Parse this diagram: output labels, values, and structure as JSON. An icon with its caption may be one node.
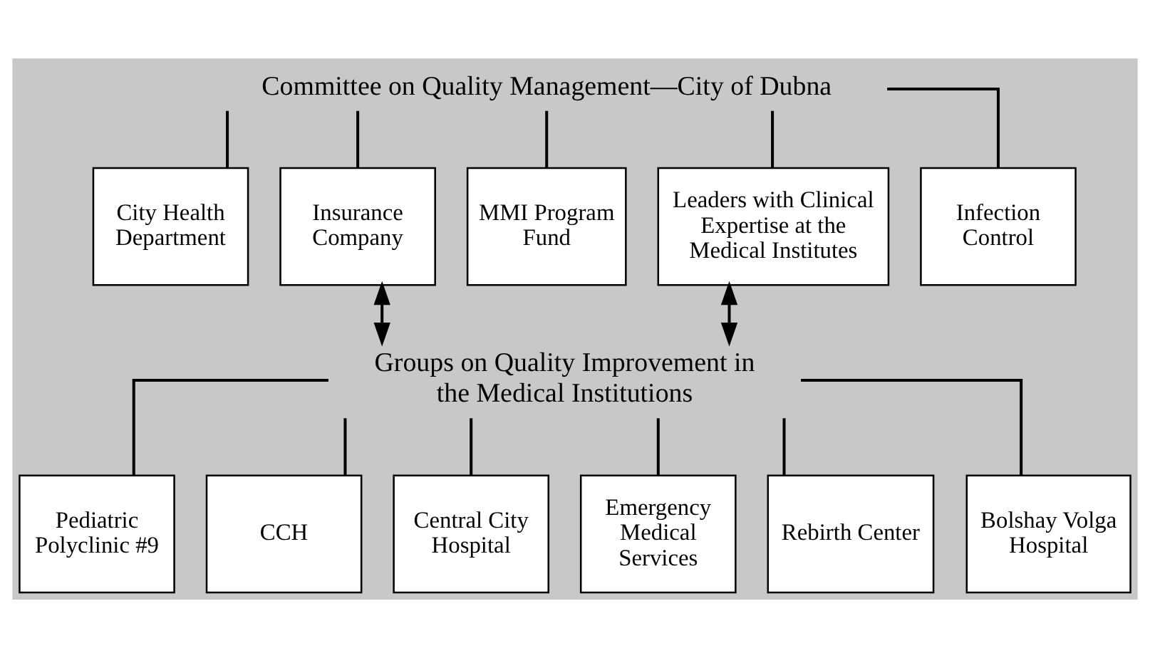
{
  "diagram": {
    "nodes": [
      {
        "text": [
          "Committee on Quality Management—City of Dubna"
        ]
      },
      {
        "text": [
          "City Health Department"
        ]
      },
      {
        "text": [
          "Insurance Company"
        ]
      },
      {
        "text": [
          "MMI Program Fund"
        ]
      },
      {
        "text": [
          "Leaders with Clinical Expertise at the Medical Institutes"
        ]
      },
      {
        "text": [
          "Infection Control"
        ]
      },
      {
        "text": [
          "Groups on Quality Improvement in the Medical Institutions"
        ]
      },
      {
        "text": [
          "Pediatric Polyclinic #9"
        ]
      },
      {
        "text": [
          "CCH"
        ]
      },
      {
        "text": [
          "Central City Hospital"
        ]
      },
      {
        "text": [
          "Emergency Medical Services"
        ]
      },
      {
        "text": [
          "Rebirth Center"
        ]
      },
      {
        "text": [
          "Bolshay Volga Hospital"
        ]
      }
    ],
    "edges": [
      {
        "from": 0,
        "to": 1,
        "arrow": "none"
      },
      {
        "from": 0,
        "to": 2,
        "arrow": "none"
      },
      {
        "from": 0,
        "to": 3,
        "arrow": "none"
      },
      {
        "from": 0,
        "to": 4,
        "arrow": "none"
      },
      {
        "from": 0,
        "to": 5,
        "arrow": "none"
      },
      {
        "from": 2,
        "to": 6,
        "arrow": "both"
      },
      {
        "from": 4,
        "to": 6,
        "arrow": "both"
      },
      {
        "from": 6,
        "to": 7,
        "arrow": "none"
      },
      {
        "from": 6,
        "to": 8,
        "arrow": "none"
      },
      {
        "from": 6,
        "to": 9,
        "arrow": "none"
      },
      {
        "from": 6,
        "to": 10,
        "arrow": "none"
      },
      {
        "from": 6,
        "to": 11,
        "arrow": "none"
      },
      {
        "from": 6,
        "to": 12,
        "arrow": "none"
      }
    ]
  }
}
